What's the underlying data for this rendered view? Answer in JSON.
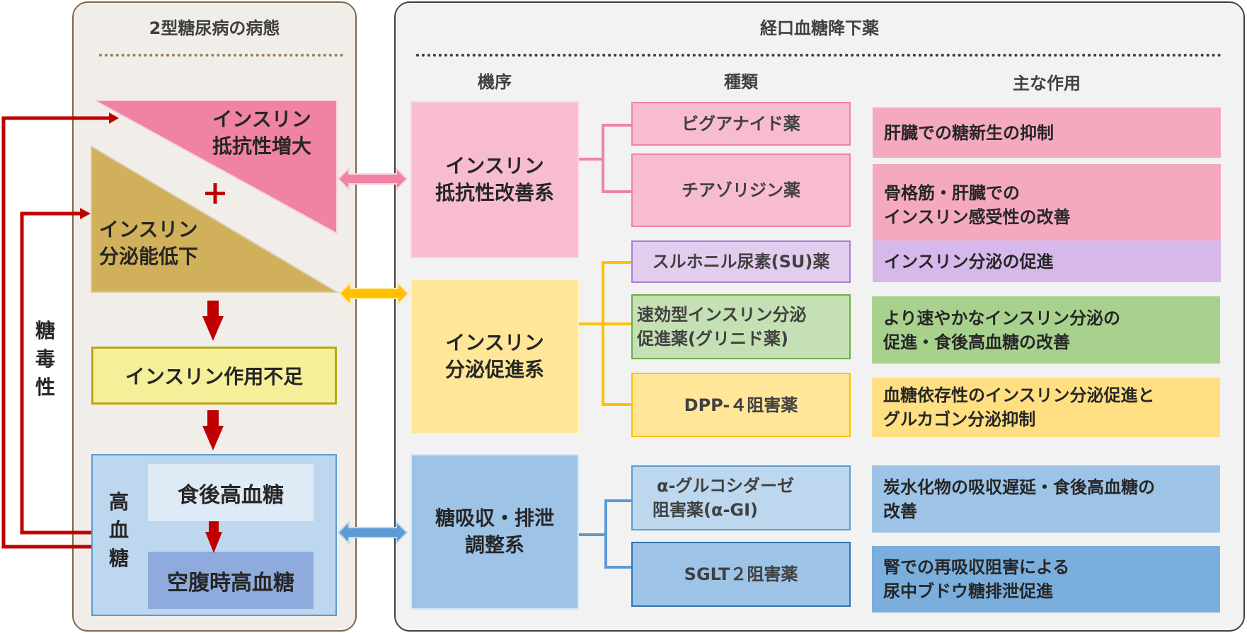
{
  "left_panel": {
    "title": "2型糖尿病の病態",
    "insulin_resistance": {
      "line1": "インスリン",
      "line2": "抵抗性増大"
    },
    "plus": "+",
    "secretion_decline": {
      "line1": "インスリン",
      "line2": "分泌能低下"
    },
    "insulin_deficiency": "インスリン作用不足",
    "hyperglycemia": {
      "label_chars": [
        "高",
        "血",
        "糖"
      ],
      "postprandial": "食後高血糖",
      "fasting": "空腹時高血糖"
    },
    "glucotoxicity_chars": [
      "糖",
      "毒",
      "性"
    ]
  },
  "right_panel": {
    "title": "経口血糖降下薬",
    "columns": {
      "mechanism": "機序",
      "type": "種類",
      "effect": "主な作用"
    },
    "groups": [
      {
        "mechanism": {
          "line1": "インスリン",
          "line2": "抵抗性改善系"
        },
        "color": "#f7bccf",
        "drugs": [
          {
            "name": {
              "line1": "ビグアナイド薬",
              "line2": ""
            },
            "effect": {
              "line1": "肝臓での糖新生の抑制",
              "line2": ""
            }
          },
          {
            "name": {
              "line1": "チアゾリジン薬",
              "line2": ""
            },
            "effect": {
              "line1": "骨格筋・肝臓での",
              "line2": "インスリン感受性の改善"
            }
          }
        ]
      },
      {
        "mechanism": {
          "line1": "インスリン",
          "line2": "分泌促進系"
        },
        "color": "#ffe699",
        "drugs": [
          {
            "name": {
              "line1": "スルホニル尿素(SU)薬",
              "line2": ""
            },
            "effect": {
              "line1": "インスリン分泌の促進",
              "line2": ""
            }
          },
          {
            "name": {
              "line1": "速効型インスリン分泌",
              "line2": "促進薬(グリニド薬)"
            },
            "effect": {
              "line1": "より速やかなインスリン分泌の",
              "line2": "促進・食後高血糖の改善"
            }
          },
          {
            "name": {
              "line1": "DPP-４阻害薬",
              "line2": ""
            },
            "effect": {
              "line1": "血糖依存性のインスリン分泌促進と",
              "line2": "グルカゴン分泌抑制"
            }
          }
        ]
      },
      {
        "mechanism": {
          "line1": "糖吸収・排泄",
          "line2": "調整系"
        },
        "color": "#9dc3e6",
        "drugs": [
          {
            "name": {
              "line1": "α-グルコシダーゼ",
              "line2": "阻害薬(α-GI)"
            },
            "effect": {
              "line1": "炭水化物の吸収遅延・食後高血糖の",
              "line2": "改善"
            }
          },
          {
            "name": {
              "line1": "SGLT２阻害薬",
              "line2": ""
            },
            "effect": {
              "line1": "腎での再吸収阻害による",
              "line2": "尿中ブドウ糖排泄促進"
            }
          }
        ]
      }
    ]
  },
  "colors": {
    "red_arrow": "#c00000",
    "pink_arrow": "#f083a4",
    "yellow_arrow": "#ffc000",
    "blue_arrow": "#5b9bd5"
  }
}
